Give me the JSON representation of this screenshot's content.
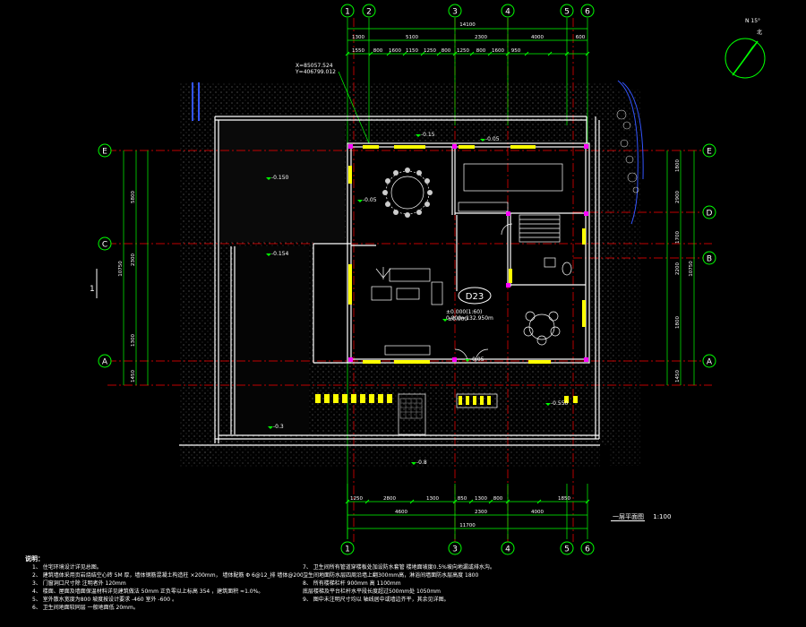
{
  "drawing": {
    "title": "一层平面图",
    "scale": "1:100",
    "colors": {
      "axis": "#00ff00",
      "grid_red": "#ff0000",
      "wall": "#ffffff",
      "hatch": "#777777",
      "accent_blue": "#2244ff",
      "text_white": "#ffffff",
      "window_yellow": "#ffff00",
      "magenta": "#ff00ff",
      "cyan": "#00ffff"
    },
    "grid_top": [
      "1",
      "2",
      "3",
      "4",
      "5",
      "6"
    ],
    "grid_bottom": [
      "1",
      "3",
      "4",
      "5",
      "6"
    ],
    "grid_left": [
      "E",
      "C",
      "A"
    ],
    "grid_right": [
      "E",
      "D",
      "B",
      "A"
    ],
    "section_mark": "1",
    "north_label": "北",
    "north_angle": "N 15°",
    "coordinate_label": "X=85057.524\nY=406799.012",
    "room_number": "D23",
    "elevations": [
      "-0.15",
      "-0.05",
      "-0.150",
      "-0.154",
      "-0.05",
      "-0.550",
      "-0.3",
      "-0.8",
      "±0.000",
      "-0.05"
    ],
    "datum_text": "±0.000(1:60)\n0.000=132.950m",
    "dims_top_total": "14100",
    "dims_top_row1": [
      "1300",
      "5100",
      "2300",
      "4000",
      "600"
    ],
    "dims_top_row2": [
      "1550",
      "800",
      "1600",
      "1150",
      "1250",
      "800",
      "1250",
      "800",
      "1600",
      "950"
    ],
    "dims_bottom_row1": [
      "1250",
      "2800",
      "1300",
      "850",
      "1300",
      "800",
      "1850"
    ],
    "dims_bottom_row2": [
      "4600",
      "2300",
      "4000"
    ],
    "dims_bottom_total": "11700",
    "dims_left": [
      "5800",
      "2300",
      "1300",
      "1450"
    ],
    "dims_left_total": "10750",
    "dims_right": [
      "1800",
      "2900",
      "1700",
      "2200",
      "1800",
      "1450"
    ],
    "dims_right_total": "10750",
    "notes_header": "说明：",
    "notes_left": [
      "1、 住宅环境设计详见总图。",
      "2、 建筑墙体采用页岩烧结空心砖 5M  厚，墙体钢筋混凝土构造柱   ×200mm，    墙体配筋 Φ 6@12_排   墙体@200  。",
      "3、 门窗洞口尺寸除  注明者外        120mm",
      "4、 楼面、屋面及墙面保温材料详见建筑做法 50mm     正负零以上标高   354  ，建筑面积   ≈1.0%。",
      "5、 室外散水宽度为800          坡度按设计要求    -460    室外  -600   。",
      "6、 卫生间地面较同层   一般地面低   20mm。"
    ],
    "notes_right": [
      "7、 卫生间所有管道穿楼板处加设防水套管          楼地面坡度0.5%坡向地漏或排水沟。",
      "    卫生间地面防水层四周沿墙上翻300mm高，淋浴间墙面防水层高度    1800",
      "8、 所有楼梯栏杆   900mm  高    1100mm",
      "    底层楼梯及平台栏杆水平段长度超过500mm处  1050mm",
      "9、 图中未注明尺寸均以   轴线居中或墙边齐平，其余见详图。"
    ]
  }
}
